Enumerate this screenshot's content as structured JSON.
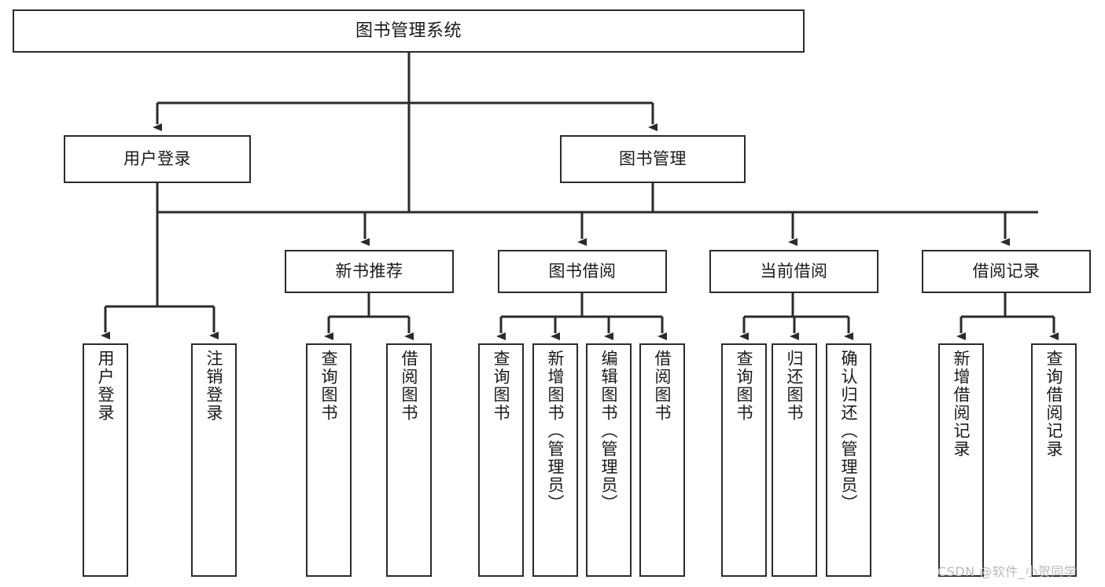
{
  "diagram": {
    "type": "tree-hierarchy-chart",
    "title": "图书管理系统",
    "watermark": "CSDN @软件_小贺同学",
    "colors": {
      "box_border": "#2b2b2b",
      "box_fill": "#ffffff",
      "connector": "#2b2b2b",
      "text": "#1a1a1a",
      "watermark": "#b9b9b9",
      "background": "#ffffff"
    },
    "nodes": {
      "root": {
        "label": "图书管理系统",
        "level": 0
      },
      "user_login": {
        "label": "用户登录",
        "level": 1
      },
      "book_manage": {
        "label": "图书管理",
        "level": 1
      },
      "new_book_rec": {
        "label": "新书推荐",
        "level": 2
      },
      "book_borrow": {
        "label": "图书借阅",
        "level": 2
      },
      "current_borrow": {
        "label": "当前借阅",
        "level": 2
      },
      "borrow_record": {
        "label": "借阅记录",
        "level": 2
      },
      "leaf_user_login": {
        "label": "用户登录",
        "level": 3
      },
      "leaf_logout": {
        "label": "注销登录",
        "level": 3
      },
      "leaf_query_book_1": {
        "label": "查询图书",
        "level": 3
      },
      "leaf_borrow_book_1": {
        "label": "借阅图书",
        "level": 3
      },
      "leaf_query_book_2": {
        "label": "查询图书",
        "level": 3
      },
      "leaf_add_book": {
        "label": "新增图书（管理员）",
        "level": 3
      },
      "leaf_edit_book": {
        "label": "编辑图书（管理员）",
        "level": 3
      },
      "leaf_borrow_book_2": {
        "label": "借阅图书",
        "level": 3
      },
      "leaf_query_book_3": {
        "label": "查询图书",
        "level": 3
      },
      "leaf_return_book": {
        "label": "归还图书",
        "level": 3
      },
      "leaf_confirm_return": {
        "label": "确认归还（管理员）",
        "level": 3
      },
      "leaf_add_record": {
        "label": "新增借阅记录",
        "level": 3
      },
      "leaf_query_record": {
        "label": "查询借阅记录",
        "level": 3
      }
    },
    "edges": [
      {
        "from": "root",
        "to": "user_login"
      },
      {
        "from": "root",
        "to": "book_manage"
      },
      {
        "from": "book_manage",
        "to": "new_book_rec"
      },
      {
        "from": "book_manage",
        "to": "book_borrow"
      },
      {
        "from": "book_manage",
        "to": "current_borrow"
      },
      {
        "from": "book_manage",
        "to": "borrow_record"
      },
      {
        "from": "user_login",
        "to": "leaf_user_login"
      },
      {
        "from": "user_login",
        "to": "leaf_logout"
      },
      {
        "from": "new_book_rec",
        "to": "leaf_query_book_1"
      },
      {
        "from": "new_book_rec",
        "to": "leaf_borrow_book_1"
      },
      {
        "from": "book_borrow",
        "to": "leaf_query_book_2"
      },
      {
        "from": "book_borrow",
        "to": "leaf_add_book"
      },
      {
        "from": "book_borrow",
        "to": "leaf_edit_book"
      },
      {
        "from": "book_borrow",
        "to": "leaf_borrow_book_2"
      },
      {
        "from": "current_borrow",
        "to": "leaf_query_book_3"
      },
      {
        "from": "current_borrow",
        "to": "leaf_return_book"
      },
      {
        "from": "current_borrow",
        "to": "leaf_confirm_return"
      },
      {
        "from": "borrow_record",
        "to": "leaf_add_record"
      },
      {
        "from": "borrow_record",
        "to": "leaf_query_record"
      }
    ]
  }
}
